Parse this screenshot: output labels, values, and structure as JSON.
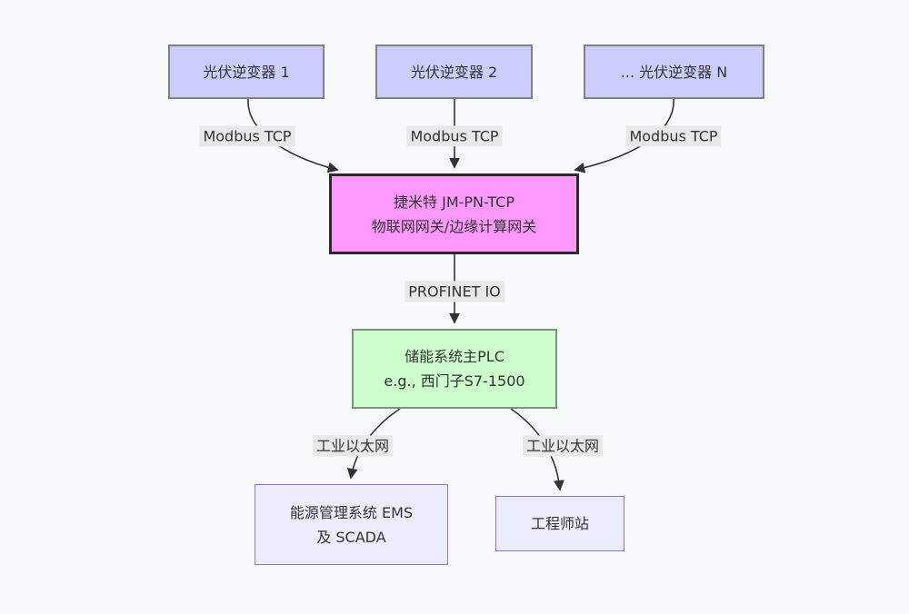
{
  "diagram": {
    "type": "flowchart",
    "background_color": "#f8f9fb",
    "nodes": {
      "inverter1": {
        "label": "光伏逆变器 1",
        "fill": "#ccccff",
        "border": "#808080"
      },
      "inverter2": {
        "label": "光伏逆变器 2",
        "fill": "#ccccff",
        "border": "#808080"
      },
      "inverterN": {
        "label": "... 光伏逆变器 N",
        "fill": "#ccccff",
        "border": "#808080"
      },
      "gateway": {
        "lines": [
          "捷米特 JM-PN-TCP",
          "物联网网关/边缘计算网关"
        ],
        "fill": "#ff99ff",
        "border": "#2a2a2a"
      },
      "plc": {
        "lines": [
          "储能系统主PLC",
          "e.g., 西门子S7-1500"
        ],
        "fill": "#ccffcc",
        "border": "#7d937d"
      },
      "ems": {
        "lines": [
          "能源管理系统 EMS",
          "及 SCADA"
        ],
        "fill": "#ececff",
        "border": "#9370db"
      },
      "engineer": {
        "label": "工程师站",
        "fill": "#ececff",
        "border": "#9370db"
      }
    },
    "edge_labels": {
      "modbus1": "Modbus TCP",
      "modbus2": "Modbus TCP",
      "modbus3": "Modbus TCP",
      "profinet": "PROFINET IO",
      "eth1": "工业以太网",
      "eth2": "工业以太网"
    },
    "edge_color": "#333333",
    "edge_label_bg": "#e8e8e8",
    "text_color": "#333333"
  }
}
